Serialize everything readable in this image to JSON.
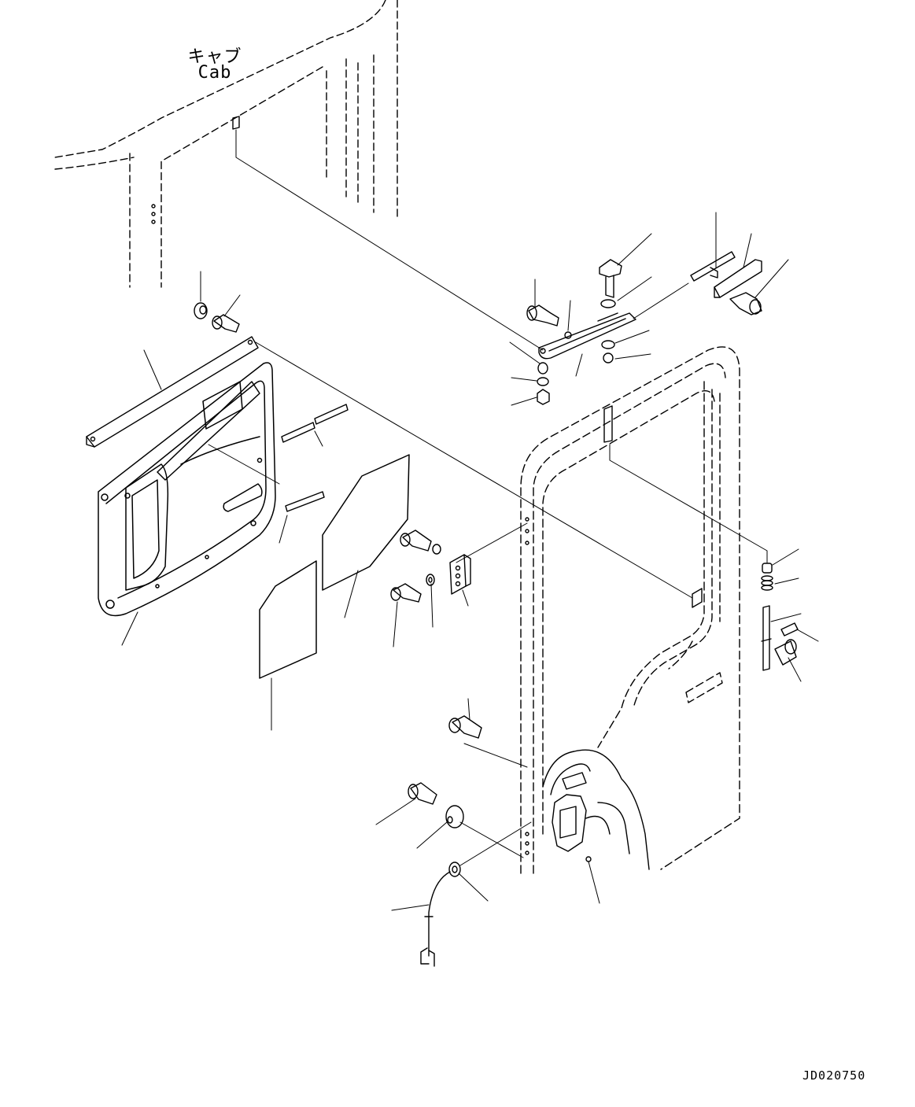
{
  "cab_label": {
    "japanese": "キャブ",
    "english": "Cab"
  },
  "drawing_code": "JD020750"
}
